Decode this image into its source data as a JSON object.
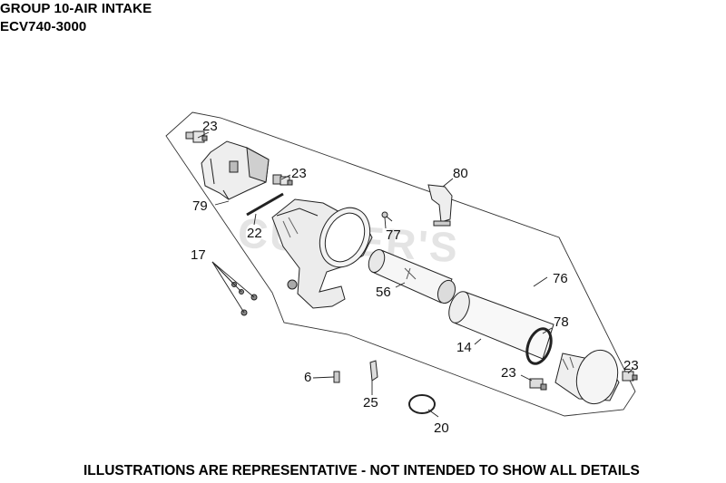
{
  "header": {
    "line1": "GROUP 10-AIR INTAKE",
    "line2": "ECV740-3000"
  },
  "watermark": "CUTLER'S",
  "callouts": [
    {
      "id": "c23a",
      "label": "23"
    },
    {
      "id": "c23b",
      "label": "23"
    },
    {
      "id": "c79",
      "label": "79"
    },
    {
      "id": "c22",
      "label": "22"
    },
    {
      "id": "c17",
      "label": "17"
    },
    {
      "id": "c80",
      "label": "80"
    },
    {
      "id": "c77",
      "label": "77"
    },
    {
      "id": "c76",
      "label": "76"
    },
    {
      "id": "c56",
      "label": "56"
    },
    {
      "id": "c78",
      "label": "78"
    },
    {
      "id": "c14",
      "label": "14"
    },
    {
      "id": "c23c",
      "label": "23"
    },
    {
      "id": "c23d",
      "label": "23"
    },
    {
      "id": "c6",
      "label": "6"
    },
    {
      "id": "c25",
      "label": "25"
    },
    {
      "id": "c20",
      "label": "20"
    }
  ],
  "footer": "ILLUSTRATIONS ARE REPRESENTATIVE - NOT INTENDED TO SHOW ALL DETAILS"
}
